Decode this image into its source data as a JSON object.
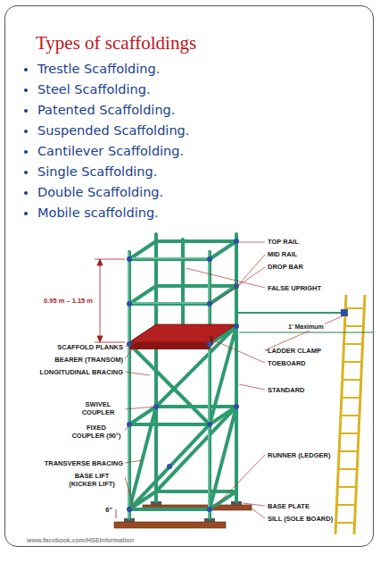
{
  "diagram": {
    "title": "Types of scaffoldings",
    "labels": [
      "Trestle Scaffolding.",
      "Steel Scaffolding.",
      "Patented Scaffolding.",
      "Suspended Scaffolding.",
      "Cantilever Scaffolding.",
      "Single Scaffolding.",
      "Double Scaffolding.",
      "Mobile scaffolding.",
      "TOP RAIL",
      "MID RAIL",
      "DROP BAR",
      "FALSE UPRIGHT",
      "0.95 m – 1.15 m",
      "1' Maximum",
      "SCAFFOLD PLANKS",
      "BEARER (TRANSOM)",
      "LONGITUDINAL BRACING",
      "LADDER CLAMP",
      "TOEBOARD",
      "STANDARD",
      "SWIVEL COUPLER",
      "FIXED COUPLER (90°)",
      "TRANSVERSE BRACING",
      "RUNNER (LEDGER)",
      "BASE LIFT (KICKER LIFT)",
      "6\"",
      "BASE PLATE",
      "SILL (SOLE BOARD)",
      "www.facebook.com/HSEInformation"
    ]
  }
}
